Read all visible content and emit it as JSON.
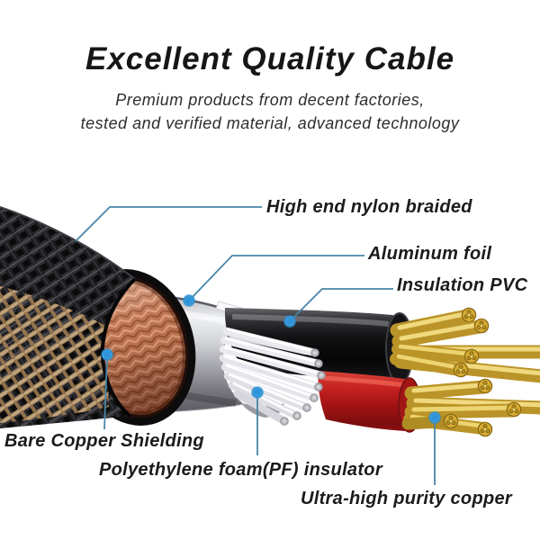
{
  "header": {
    "title": "Excellent Quality Cable",
    "subtitle_line1": "Premium products from decent factories,",
    "subtitle_line2": "tested and verified material, advanced technology"
  },
  "diagram": {
    "labels": [
      {
        "id": "nylon-braided",
        "text": "High end nylon braided"
      },
      {
        "id": "aluminum-foil",
        "text": "Aluminum foil"
      },
      {
        "id": "insulation-pvc",
        "text": "Insulation PVC"
      },
      {
        "id": "copper-shielding",
        "text": "Bare Copper Shielding"
      },
      {
        "id": "pe-foam",
        "text": "Polyethylene foam(PF) insulator"
      },
      {
        "id": "purity-copper",
        "text": "Ultra-high purity copper"
      }
    ],
    "colors": {
      "leader_line": "#4886a6",
      "leader_dot": "#2e93d8",
      "braid_black": "#0b0b0c",
      "braid_tan": "#c9a271",
      "copper_shield": "#bd7351",
      "aluminum_foil": "#c2c2c8",
      "jacket_black": "#121214",
      "jacket_red": "#b31717",
      "foam_white": "#e9e9ee",
      "copper_gold": "#c49d2e"
    }
  }
}
